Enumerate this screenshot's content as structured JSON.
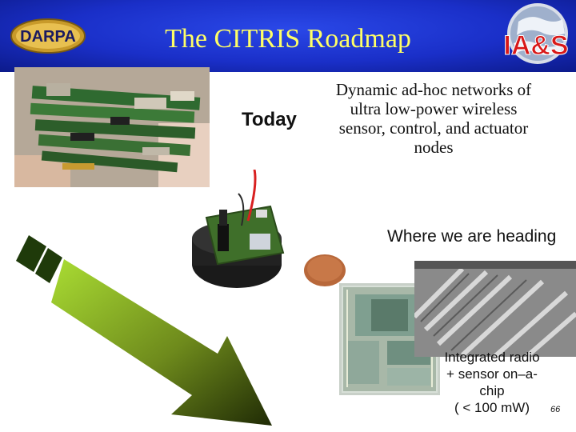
{
  "header": {
    "title": "The CITRIS Roadmap",
    "left_logo_text": "DARPA",
    "right_logo_text": "IA&S"
  },
  "today_label": "Today",
  "description_lines": [
    "Dynamic ad-hoc networks of",
    "ultra low-power wireless",
    "sensor, control, and actuator",
    "nodes"
  ],
  "heading_text": "Where we are heading",
  "chip_caption_lines": [
    "Integrated radio",
    "+ sensor on–a-",
    "chip",
    "( < 100 mW)"
  ],
  "page_number": "66",
  "colors": {
    "header_blue": "#1a2fc8",
    "title_yellow": "#ffff66",
    "arrow_green_light": "#aadd33",
    "arrow_green_dark": "#1f2a05"
  }
}
